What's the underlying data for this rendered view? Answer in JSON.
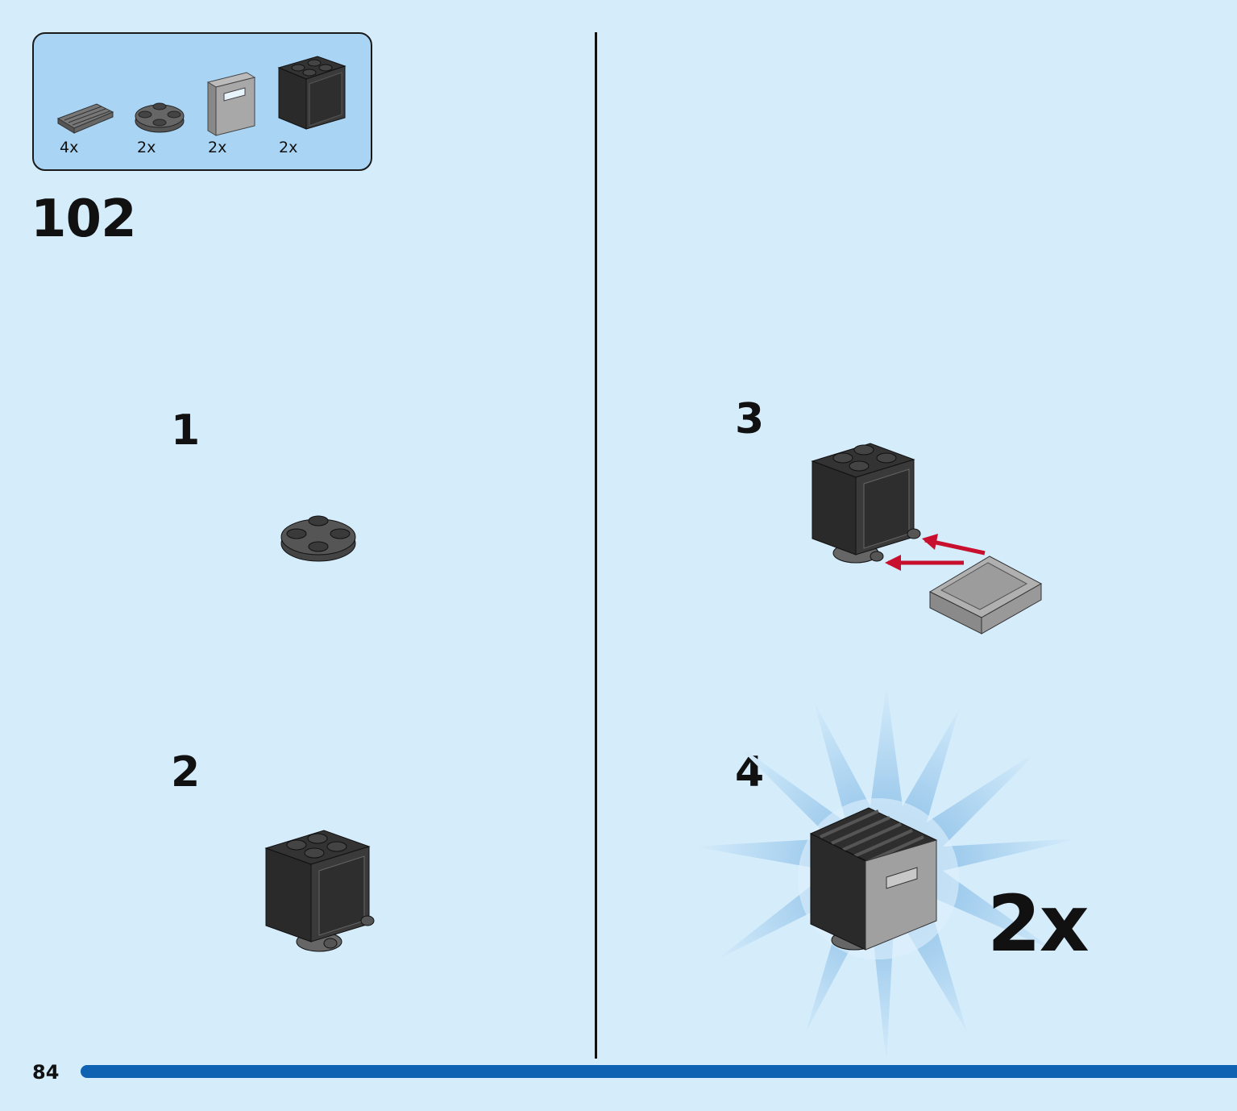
{
  "parts_list": {
    "items": [
      {
        "icon": "grille-tile-icon",
        "qty": "4x"
      },
      {
        "icon": "round-plate-icon",
        "qty": "2x"
      },
      {
        "icon": "gray-panel-icon",
        "qty": "2x"
      },
      {
        "icon": "black-brick-icon",
        "qty": "2x"
      }
    ]
  },
  "main_step": "102",
  "substeps": [
    "1",
    "2",
    "3",
    "4"
  ],
  "multiplier": "2x",
  "page_number": "84",
  "colors": {
    "background": "#d5ecfb",
    "parts_box": "#a9d4f4",
    "progress_bar": "#0e62b1",
    "arrow": "#c8102e",
    "brick_black": "#2a2a2a",
    "brick_gray": "#a0a0a0"
  }
}
